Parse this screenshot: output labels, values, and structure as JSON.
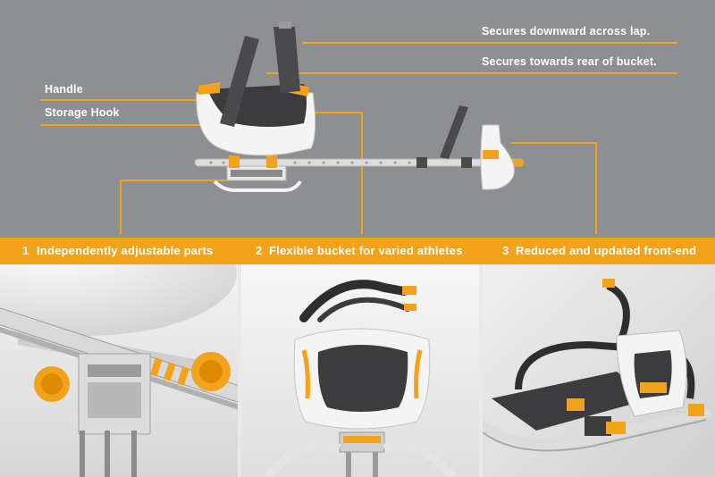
{
  "callouts": {
    "lap_strap": "Secures downward across lap.",
    "rear_strap": "Secures towards rear of bucket.",
    "handle": "Handle",
    "storage_hook": "Storage Hook"
  },
  "features": [
    {
      "number": "1",
      "label": "Independently adjustable parts"
    },
    {
      "number": "2",
      "label": "Flexible bucket for varied athletes"
    },
    {
      "number": "3",
      "label": "Reduced and updated front-end"
    }
  ],
  "colors": {
    "diagram_background": "#8e8f92",
    "accent_orange": "#f2a21b",
    "callout_text": "#ffffff",
    "product_white": "#f4f4f4",
    "strap_dark": "#3c3c3e"
  }
}
